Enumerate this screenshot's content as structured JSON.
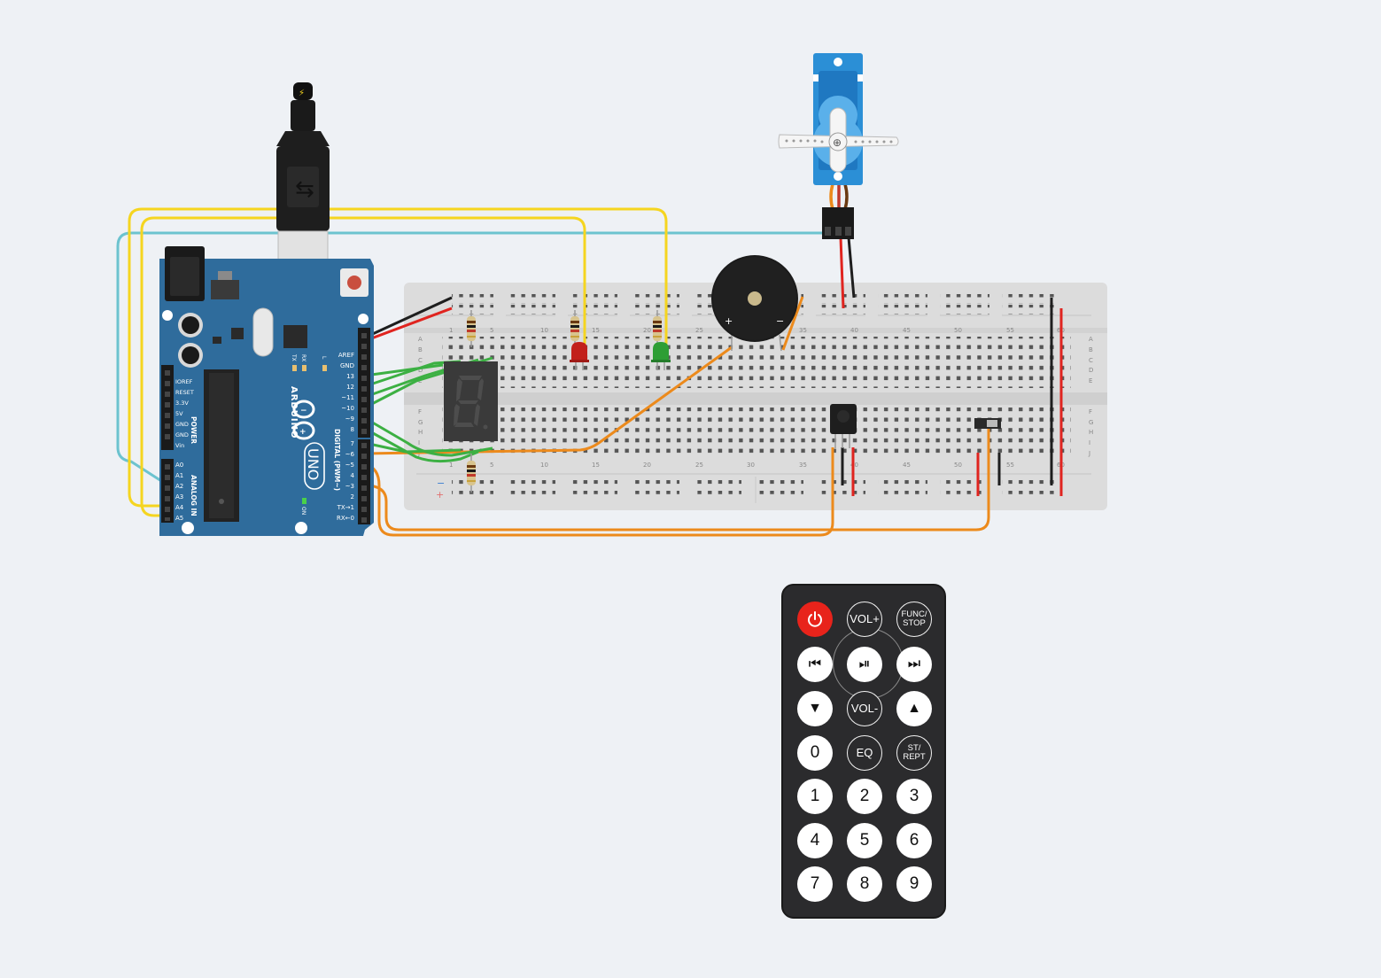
{
  "arduino": {
    "brand": "ARDUINO",
    "model": "UNO",
    "power_header": "POWER",
    "analog_header": "ANALOG IN",
    "digital_header": "DIGITAL (PWM~)",
    "power_pins": [
      "IOREF",
      "RESET",
      "3.3V",
      "5V",
      "GND",
      "GND",
      "Vin"
    ],
    "analog_pins": [
      "A0",
      "A1",
      "A2",
      "A3",
      "A4",
      "A5"
    ],
    "digital_pins": [
      "AREF",
      "GND",
      "13",
      "12",
      "~11",
      "~10",
      "~9",
      "8",
      "7",
      "~6",
      "~5",
      "4",
      "~3",
      "2",
      "TX→1",
      "RX←0"
    ],
    "led_labels": [
      "L",
      "TX",
      "RX",
      "ON"
    ]
  },
  "breadboard": {
    "col_numbers": [
      "1",
      "5",
      "10",
      "15",
      "20",
      "25",
      "30",
      "35",
      "40",
      "45",
      "50",
      "55",
      "60"
    ],
    "row_letters_top": [
      "A",
      "B",
      "C",
      "D",
      "E"
    ],
    "row_letters_bottom": [
      "F",
      "G",
      "H",
      "I",
      "J"
    ],
    "rail_minus": "−",
    "rail_plus": "+"
  },
  "buzzer": {
    "plus": "+",
    "minus": "−"
  },
  "remote": {
    "buttons": [
      {
        "id": "power",
        "label": ""
      },
      {
        "id": "vol-up",
        "label": "VOL+"
      },
      {
        "id": "func-stop",
        "label": "FUNC/\nSTOP"
      },
      {
        "id": "prev",
        "label": "⏮"
      },
      {
        "id": "play-pause",
        "label": "⏯"
      },
      {
        "id": "next",
        "label": "⏭"
      },
      {
        "id": "down",
        "label": "▼"
      },
      {
        "id": "vol-down",
        "label": "VOL-"
      },
      {
        "id": "up",
        "label": "▲"
      },
      {
        "id": "zero",
        "label": "0"
      },
      {
        "id": "eq",
        "label": "EQ"
      },
      {
        "id": "st-rept",
        "label": "ST/\nREPT"
      },
      {
        "id": "one",
        "label": "1"
      },
      {
        "id": "two",
        "label": "2"
      },
      {
        "id": "three",
        "label": "3"
      },
      {
        "id": "four",
        "label": "4"
      },
      {
        "id": "five",
        "label": "5"
      },
      {
        "id": "six",
        "label": "6"
      },
      {
        "id": "seven",
        "label": "7"
      },
      {
        "id": "eight",
        "label": "8"
      },
      {
        "id": "nine",
        "label": "9"
      }
    ]
  },
  "colors": {
    "background": "#eef1f5",
    "arduino_board": "#2f6c9c",
    "breadboard": "#dcdcdc",
    "wire_yellow": "#f5d520",
    "wire_cyan": "#6cc3cf",
    "wire_green": "#3cb043",
    "wire_orange": "#ec8a1c",
    "wire_red": "#e0241f",
    "wire_black": "#1e1e1e",
    "servo_blue": "#2b8fd6",
    "led_red": "#c2201b",
    "led_green": "#2e9e35"
  }
}
